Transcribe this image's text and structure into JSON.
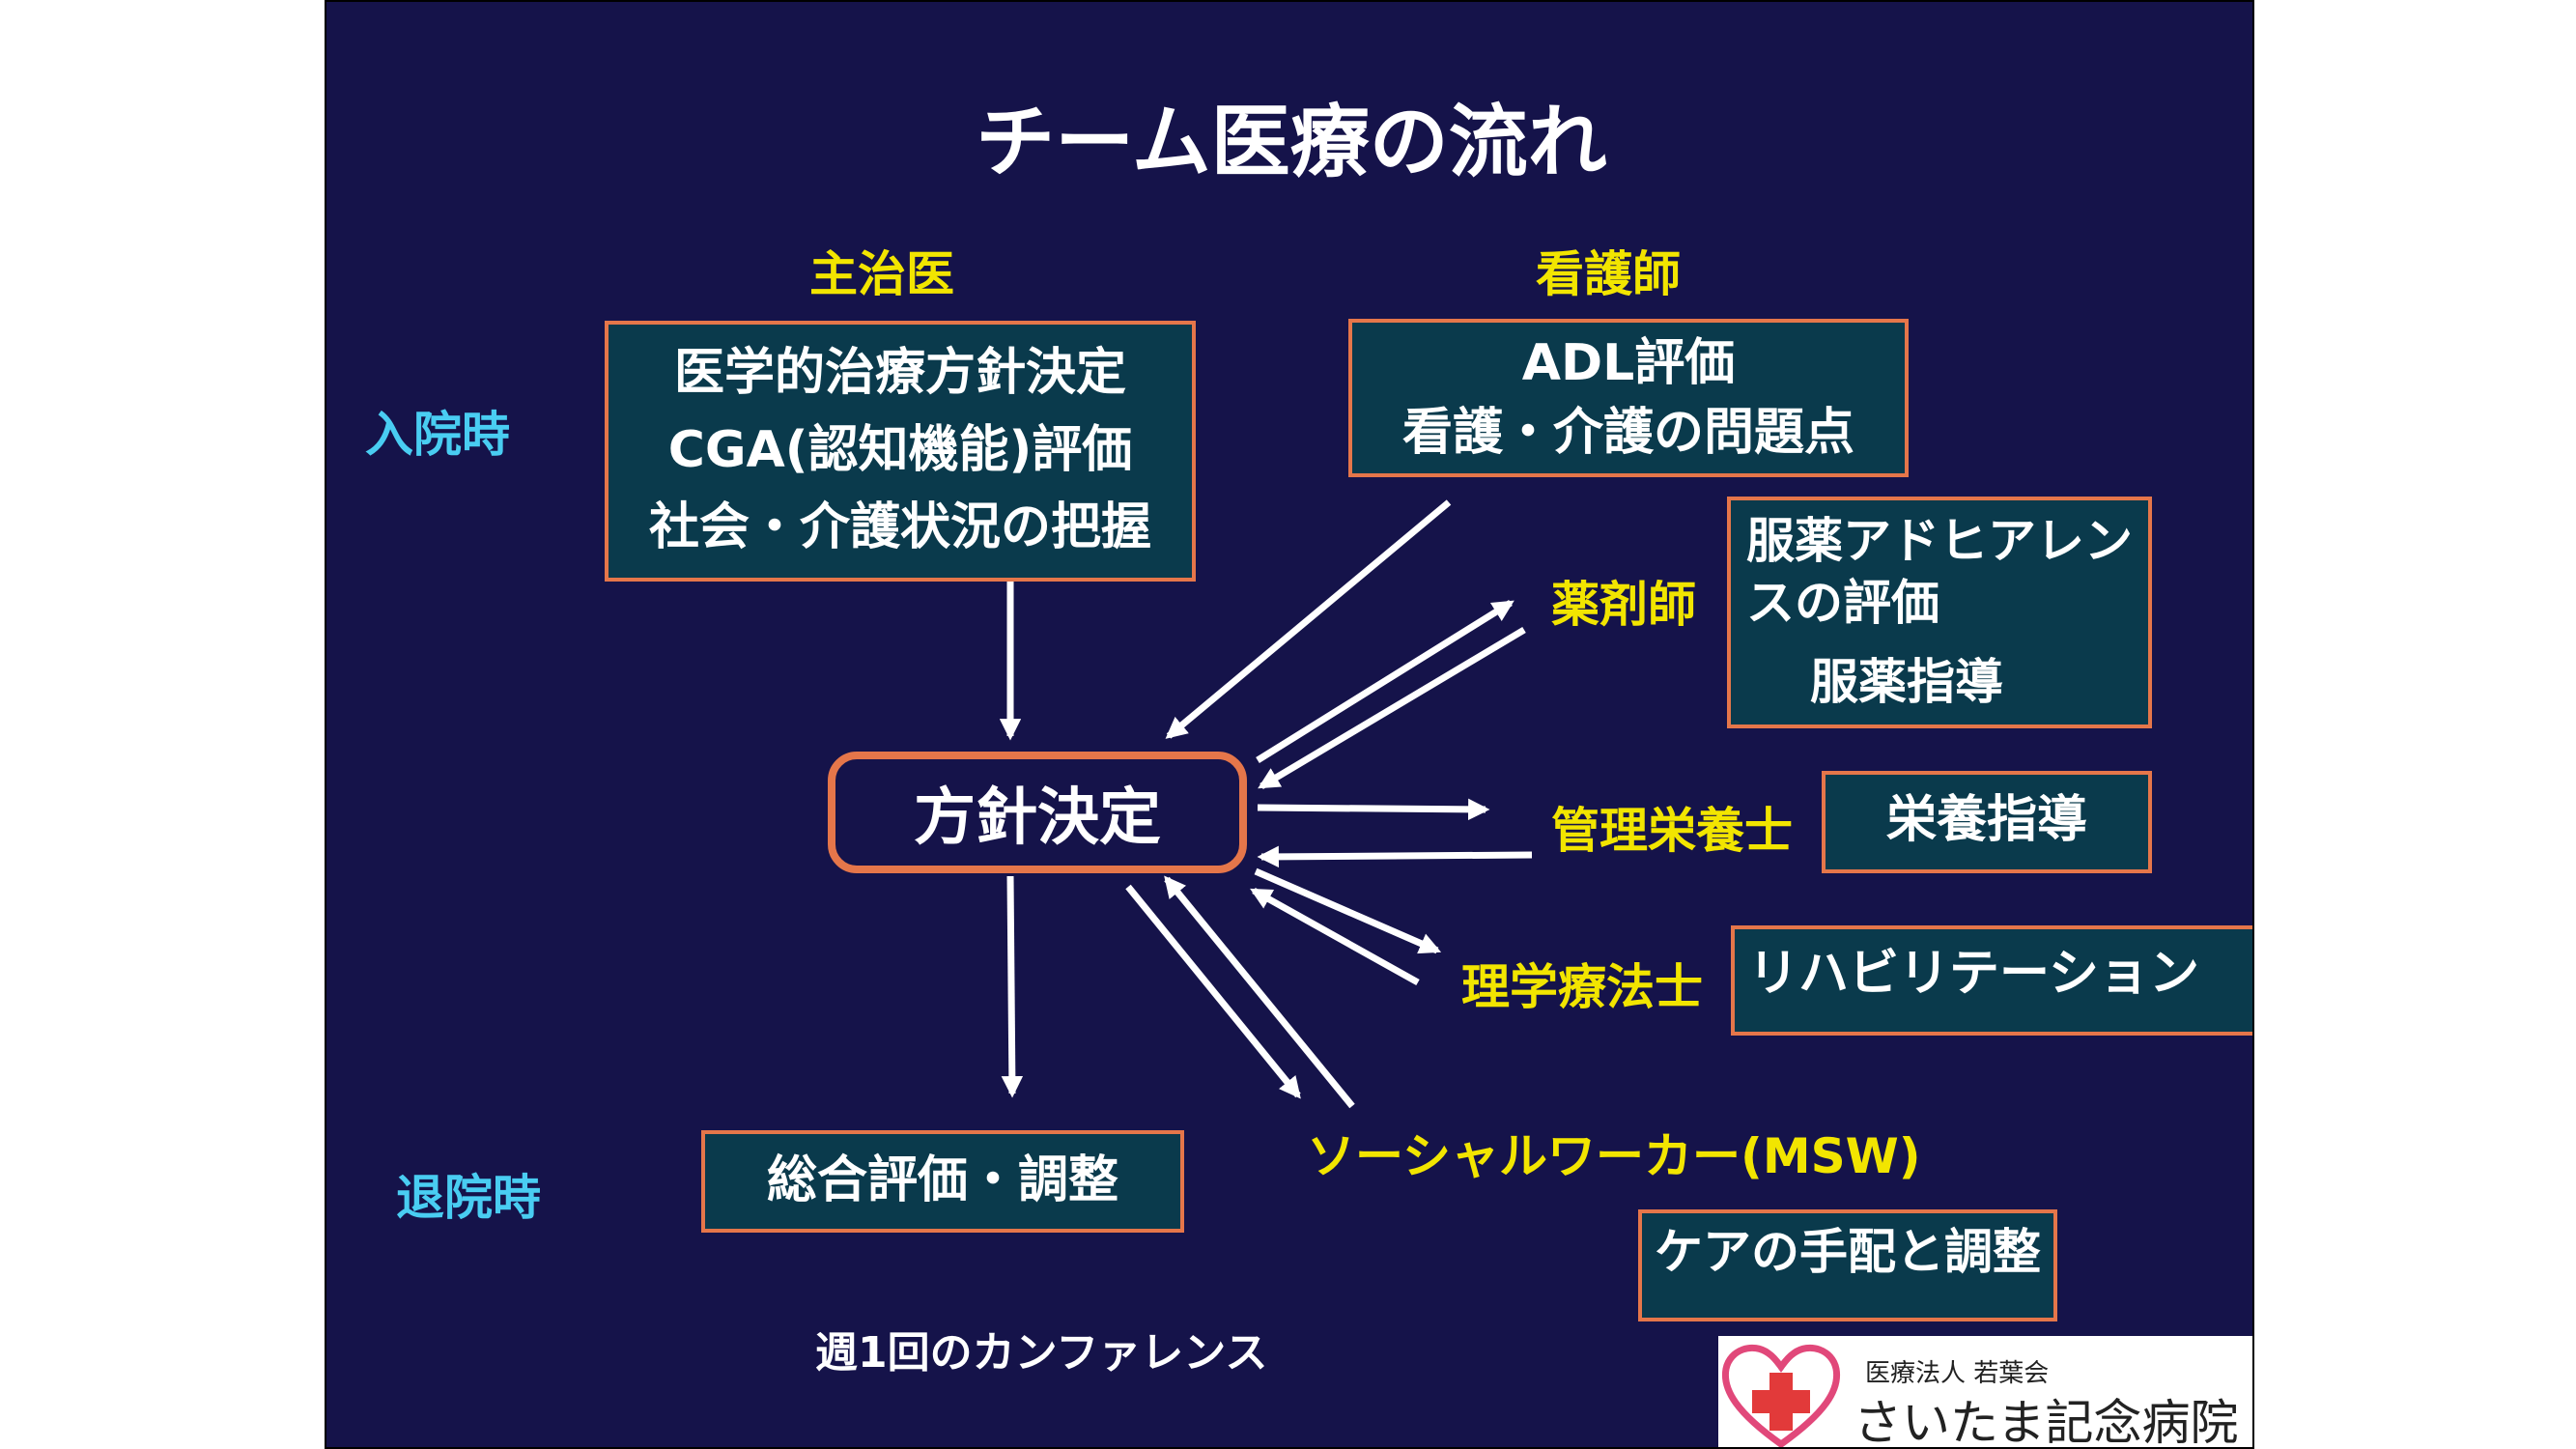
{
  "title": "チーム医療の流れ",
  "roles": {
    "attending": "主治医",
    "nurse": "看護師",
    "pharmacist": "薬剤師",
    "dietitian": "管理栄養士",
    "physio": "理学療法士",
    "msw": "ソーシャルワーカー(MSW)"
  },
  "phases": {
    "admission": "入院時",
    "discharge": "退院時"
  },
  "boxes": {
    "attending_lines": [
      "医学的治療方針決定",
      "CGA(認知機能)評価",
      "社会・介護状況の把握"
    ],
    "nurse_lines": [
      "ADL評価",
      "看護・介護の問題点"
    ],
    "pharmacist_lines": [
      "服薬アドヒアレン",
      "スの評価",
      "服薬指導"
    ],
    "dietitian": "栄養指導",
    "physio": "リハビリテーション",
    "msw": "ケアの手配と調整",
    "discharge": "総合評価・調整"
  },
  "center": "方針決定",
  "footnote": "週1回のカンファレンス",
  "logo": {
    "org": "医療法人 若葉会",
    "name": "さいたま記念病院",
    "icon": "heart-cross-icon"
  },
  "colors": {
    "background": "#15134a",
    "box_fill": "#0a3a4c",
    "box_border": "#e5764a",
    "role_text": "#f2e500",
    "phase_text": "#49cdf2"
  }
}
